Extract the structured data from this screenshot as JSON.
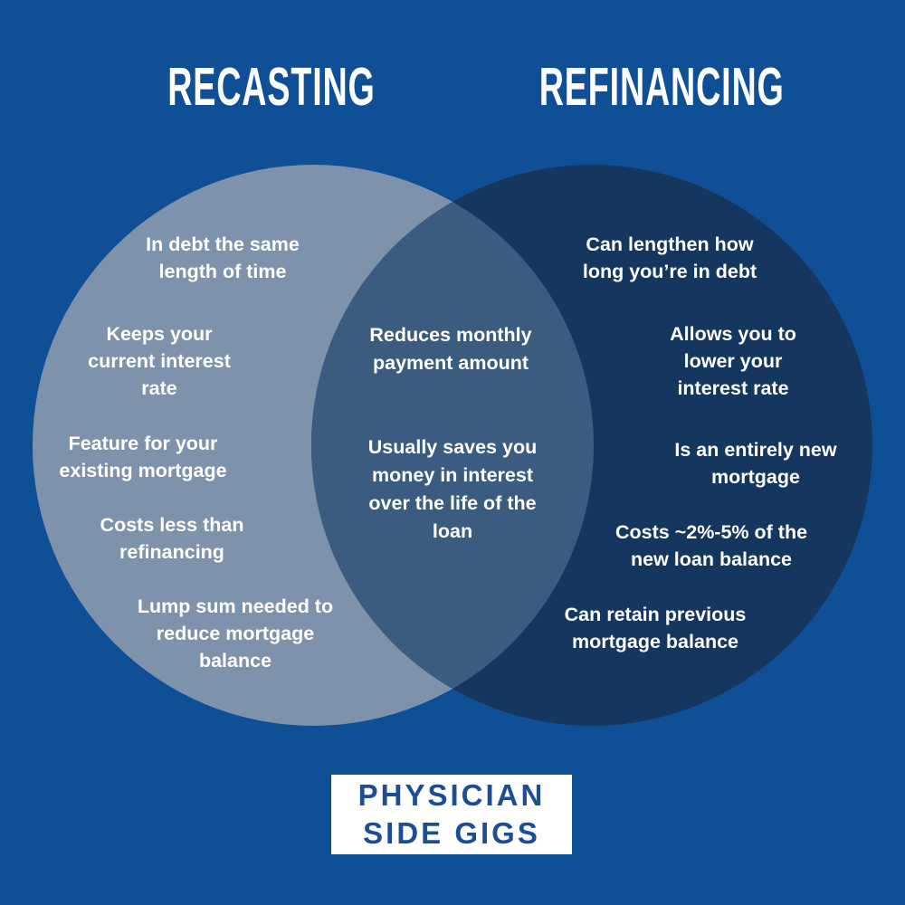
{
  "colors": {
    "background": "#0e4f95",
    "left_circle": "#7f92ab",
    "right_circle": "#15375f",
    "overlap": "#3b5b80",
    "item_text": "#ffffff",
    "title_text": "#ffffff",
    "brand_text": "#1b4e93",
    "brand_box": "#ffffff"
  },
  "titles": {
    "left": "RECASTING",
    "right": "REFINANCING"
  },
  "venn": {
    "left": {
      "items": [
        {
          "lines": [
            "In debt the same",
            "length of time"
          ]
        },
        {
          "lines": [
            "Keeps your",
            "current interest",
            "rate"
          ]
        },
        {
          "lines": [
            "Feature for your",
            "existing mortgage"
          ]
        },
        {
          "lines": [
            "Costs less than",
            "refinancing"
          ]
        },
        {
          "lines": [
            "Lump sum needed to",
            "reduce mortgage",
            "balance"
          ]
        }
      ]
    },
    "overlap": {
      "items": [
        {
          "lines": [
            "Reduces monthly",
            "payment amount"
          ]
        },
        {
          "lines": [
            "Usually saves you",
            "money in interest",
            "over the life of the",
            "loan"
          ]
        }
      ]
    },
    "right": {
      "items": [
        {
          "lines": [
            "Can lengthen how",
            "long you’re in debt"
          ]
        },
        {
          "lines": [
            "Allows you to",
            "lower your",
            "interest rate"
          ]
        },
        {
          "lines": [
            "Is an entirely new",
            "mortgage"
          ]
        },
        {
          "lines": [
            "Costs ~2%-5% of the",
            "new loan balance"
          ]
        },
        {
          "lines": [
            "Can retain previous",
            "mortgage balance"
          ]
        }
      ]
    }
  },
  "footer": {
    "brand_line1": "PHYSICIAN",
    "brand_line2": "SIDE GIGS"
  }
}
